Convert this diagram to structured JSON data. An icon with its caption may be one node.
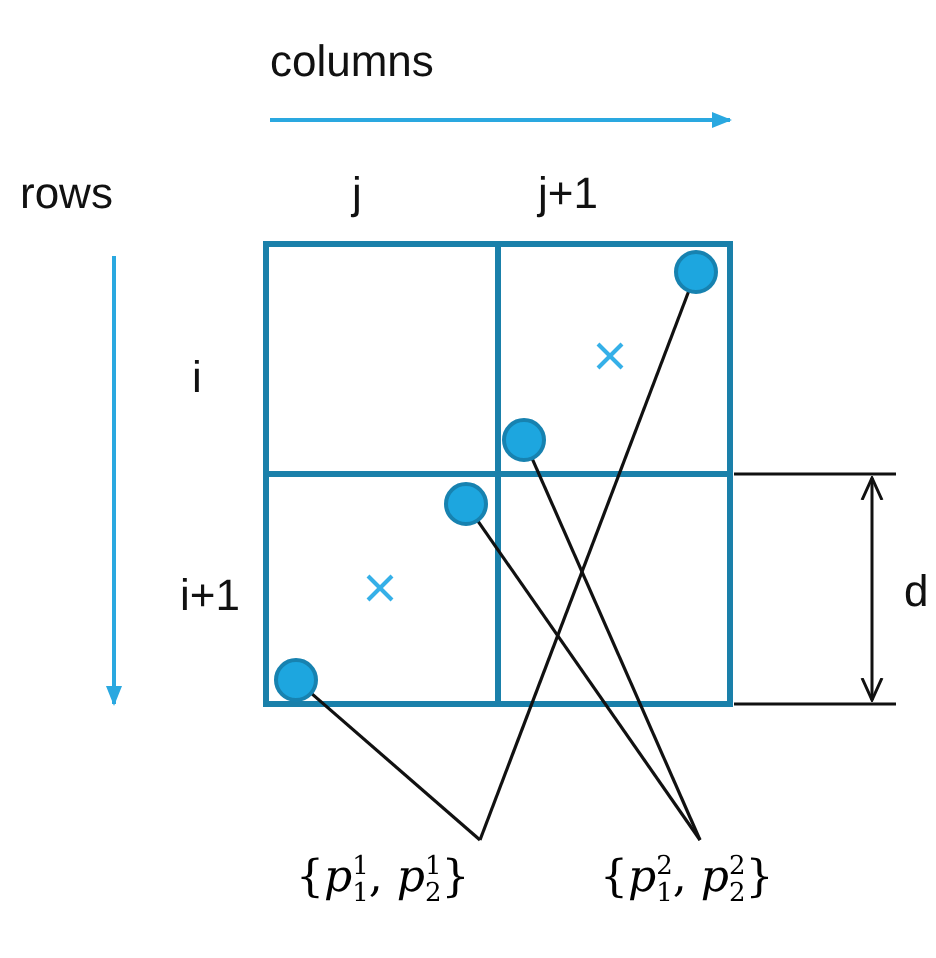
{
  "diagram": {
    "nodes": [
      {
        "text": [
          "{*p*$^{1}$$_{1}$, *p*$^{1}$$_{2}$}"
        ]
      },
      {
        "text": [
          "{*p*$^{2}$$_{1}$, *p*$^{2}$$_{2}$}"
        ]
      },
      {
        "text": [],
        "shape": "circle"
      },
      {
        "text": [],
        "shape": "circle"
      },
      {
        "text": [],
        "shape": "circle"
      },
      {
        "text": [],
        "shape": "circle"
      }
    ],
    "edges": [
      {
        "from": 0,
        "to": 2,
        "arrow": "none"
      },
      {
        "from": 0,
        "to": 5,
        "arrow": "none"
      },
      {
        "from": 1,
        "to": 3,
        "arrow": "none"
      },
      {
        "from": 1,
        "to": 4,
        "arrow": "none"
      }
    ],
    "labels": [
      "columns",
      "rows",
      "j",
      "j+1",
      "i",
      "i+1",
      "d"
    ]
  }
}
